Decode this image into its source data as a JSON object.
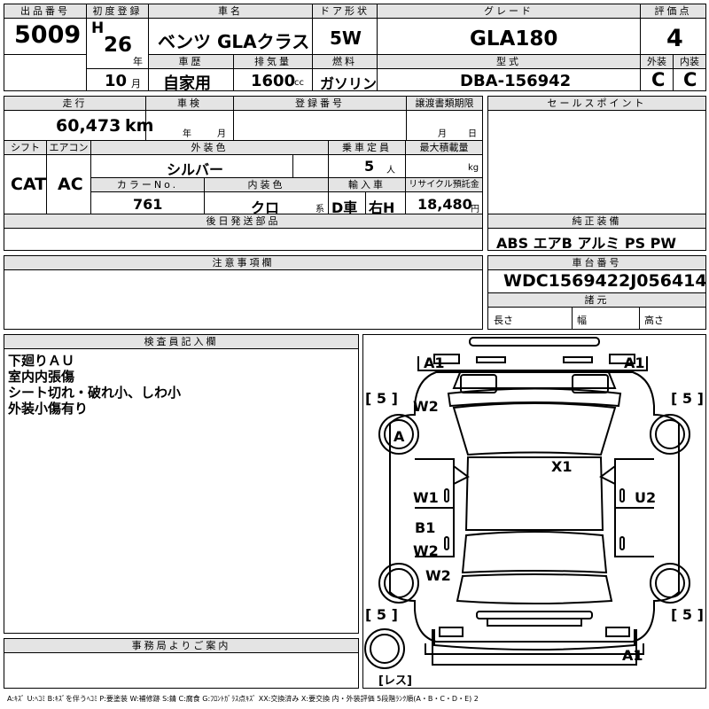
{
  "header": {
    "lot_label": "出品番号",
    "lot_value": "5009",
    "first_reg_label": "初度登録",
    "era": "H",
    "year_num": "26",
    "year_unit": "年",
    "month_num": "10",
    "month_unit": "月",
    "name_label": "車名",
    "name_value": "ベンツ GLAクラス",
    "history_label": "車歴",
    "history_value": "自家用",
    "displacement_label": "排気量",
    "displacement_value": "1600",
    "displacement_unit": "cc",
    "door_label": "ドア形状",
    "door_value": "5W",
    "fuel_label": "燃料",
    "fuel_value": "ガソリン",
    "grade_label": "グレード",
    "grade_value": "GLA180",
    "model_label": "型式",
    "model_value": "DBA-156942",
    "score_label": "評価点",
    "score_value": "4",
    "exterior_label": "外装",
    "exterior_value": "C",
    "interior_label": "内装",
    "interior_value": "C"
  },
  "row2": {
    "mileage_label": "走行",
    "mileage_value": "60,473",
    "mileage_unit": "km",
    "inspection_label": "車検",
    "inspection_year": "年",
    "inspection_month": "月",
    "registration_label": "登録番号",
    "transfer_label": "譲渡書類期限",
    "transfer_month": "月",
    "transfer_day": "日",
    "shift_label": "シフト",
    "shift_value": "CAT",
    "ac_label": "エアコン",
    "ac_value": "AC",
    "ext_color_label": "外装色",
    "ext_color_value": "シルバー",
    "color_no_label": "カラーNo.",
    "color_no_value": "761",
    "int_color_label": "内装色",
    "int_color_value": "クロ",
    "int_color_suffix": "系",
    "capacity_label": "乗車定員",
    "capacity_value": "5",
    "capacity_unit": "人",
    "max_load_label": "最大積載量",
    "max_load_unit": "kg",
    "import_label": "輸入車",
    "import_value": "D車",
    "steering_value": "右H",
    "recycle_label": "リサイクル預託金",
    "recycle_value": "18,480",
    "recycle_unit": "円",
    "later_parts_label": "後日発送部品"
  },
  "right": {
    "sales_point_label": "セールスポイント",
    "equipment_label": "純正装備",
    "equipment_value": "ABS エアB アルミ PS PW",
    "chassis_label": "車台番号",
    "chassis_value": "WDC1569422J056414",
    "specs_label": "諸元",
    "length_label": "長さ",
    "width_label": "幅",
    "height_label": "高さ"
  },
  "notes": {
    "caution_label": "注意事項欄",
    "inspector_label": "検査員記入欄",
    "inspector_lines": [
      "下廻りＡＵ",
      "室内内張傷",
      "シート切れ・破れ小、しわ小",
      "外装小傷有り"
    ],
    "office_label": "事務局よりご案内"
  },
  "diagram": {
    "marks": [
      "A1",
      "A1",
      "[ 5 ]",
      "[ 5 ]",
      "W2",
      "A",
      "X1",
      "W1",
      "U2",
      "B1",
      "W2",
      "W2",
      "[ 5 ]",
      "[ 5 ]",
      "A1",
      "[レス]"
    ]
  },
  "legend": "A:ｷｽﾞ U:ﾍｺﾐ B:ｷｽﾞを伴うﾍｺﾐ P:要塗装 W:補修跡 S:錆 C:腐食 G:ﾌﾛﾝﾄｶﾞﾗｽ点ｷｽﾞ XX:交換済み X:要交換 内・外装評価 5段階ﾗﾝｸ順(A・B・C・D・E) 2"
}
